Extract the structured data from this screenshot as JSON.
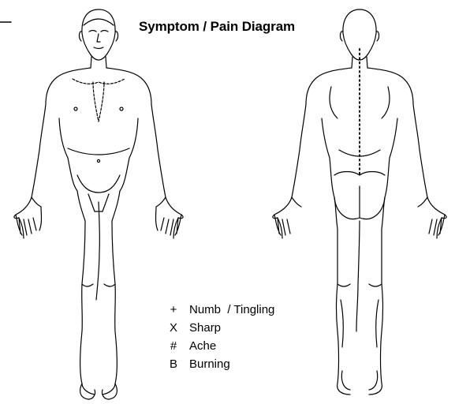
{
  "diagram": {
    "title": "Symptom / Pain Diagram",
    "legend": [
      {
        "symbol": "+",
        "label": "Numb  / Tingling"
      },
      {
        "symbol": "X",
        "label": "Sharp"
      },
      {
        "symbol": "#",
        "label": "Ache"
      },
      {
        "symbol": "B",
        "label": "Burning"
      }
    ],
    "figures": [
      "front-view",
      "back-view"
    ],
    "line_color": "#000000",
    "background": "#ffffff"
  }
}
